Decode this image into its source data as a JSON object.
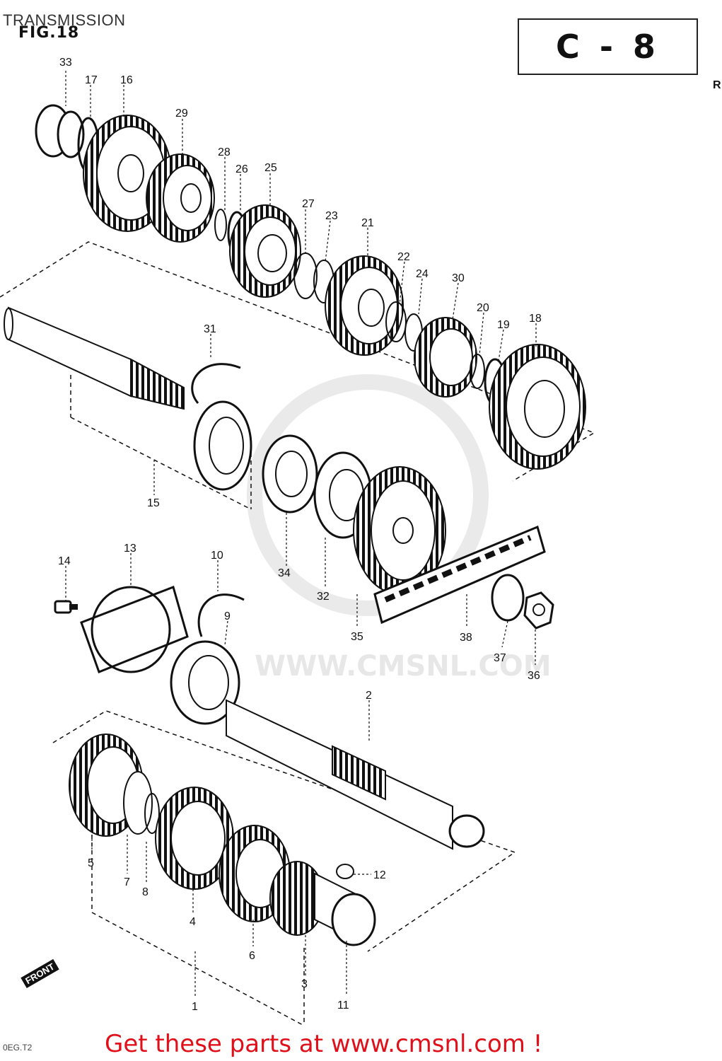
{
  "header": {
    "title": "TRANSMISSION",
    "figure": "FIG.18",
    "page_code": "C - 8",
    "side_mark": "R"
  },
  "watermark": {
    "text": "WWW.CMSNL.COM"
  },
  "footer": {
    "banner": "Get these parts at www.cmsnl.com !",
    "front_tag": "FRONT",
    "code": "0EG.T2"
  },
  "callouts": [
    "1",
    "2",
    "3",
    "4",
    "5",
    "6",
    "7",
    "8",
    "9",
    "10",
    "11",
    "12",
    "13",
    "14",
    "15",
    "16",
    "17",
    "18",
    "19",
    "20",
    "21",
    "22",
    "23",
    "24",
    "25",
    "26",
    "27",
    "28",
    "29",
    "30",
    "31",
    "32",
    "33",
    "34",
    "35",
    "36",
    "37",
    "38"
  ]
}
